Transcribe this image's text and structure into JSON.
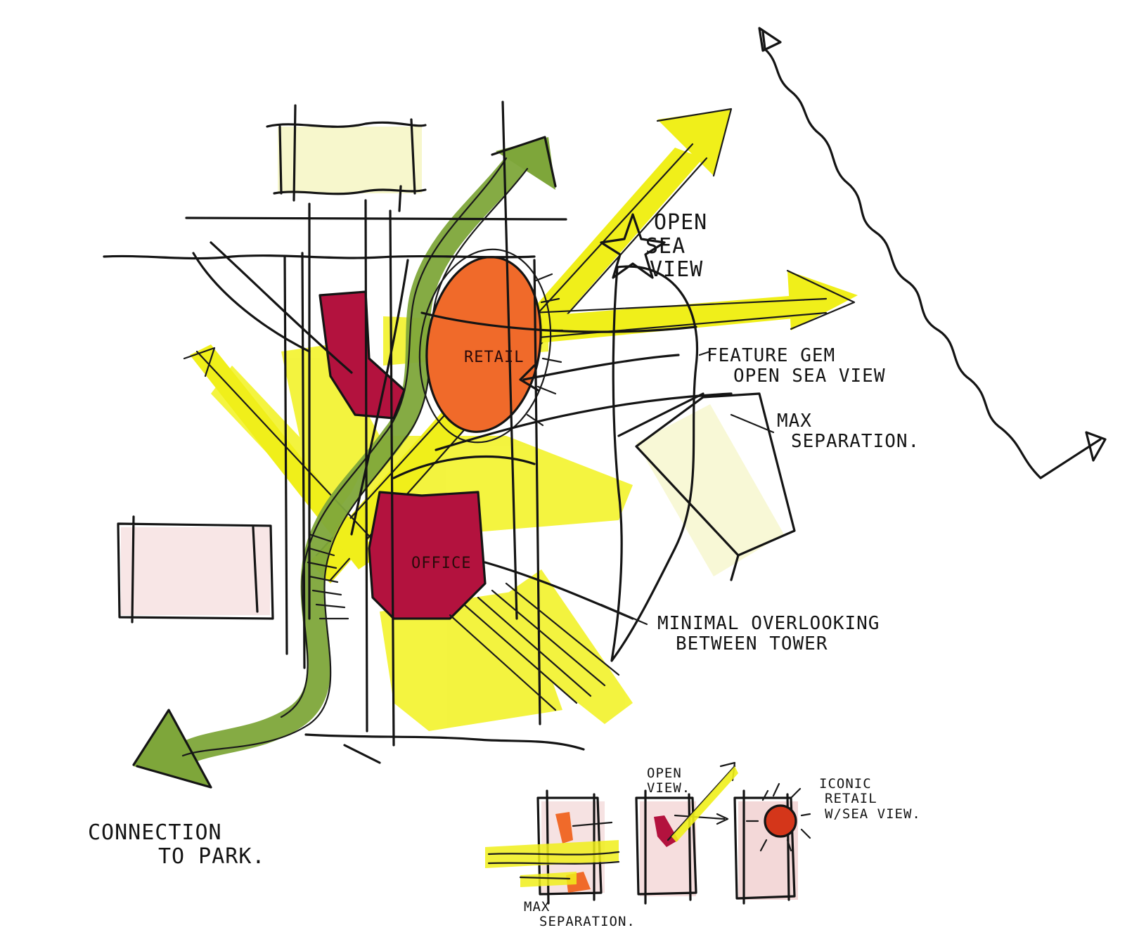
{
  "labels": {
    "open_sea_view": [
      "OPEN",
      "SEA",
      "VIEW"
    ],
    "feature_gem": [
      "FEATURE GEM",
      "OPEN SEA VIEW"
    ],
    "max_separation": [
      "MAX",
      "SEPARATION."
    ],
    "minimal_overlooking": [
      "MINIMAL OVERLOOKING",
      "BETWEEN TOWER"
    ],
    "connection_to_park": [
      "CONNECTION",
      "TO PARK."
    ],
    "retail": "RETAIL",
    "office": "OFFICE",
    "inset_open_view": [
      "OPEN",
      "VIEW."
    ],
    "inset_max_separation": [
      "MAX",
      "SEPARATION."
    ],
    "inset_iconic_retail": [
      "ICONIC",
      "RETAIL",
      "W/SEA VIEW."
    ]
  },
  "colors": {
    "ink": "#141414",
    "sun_yellow": "#f0f01e",
    "park_green": "#7fa83a",
    "retail_orange": "#f06a2a",
    "office_crimson": "#b3123e",
    "pale_yellow": "#f7f7c8",
    "pale_pink": "#f5dcdc"
  },
  "icons": [
    "compass-arrow-icon",
    "star-icon"
  ]
}
